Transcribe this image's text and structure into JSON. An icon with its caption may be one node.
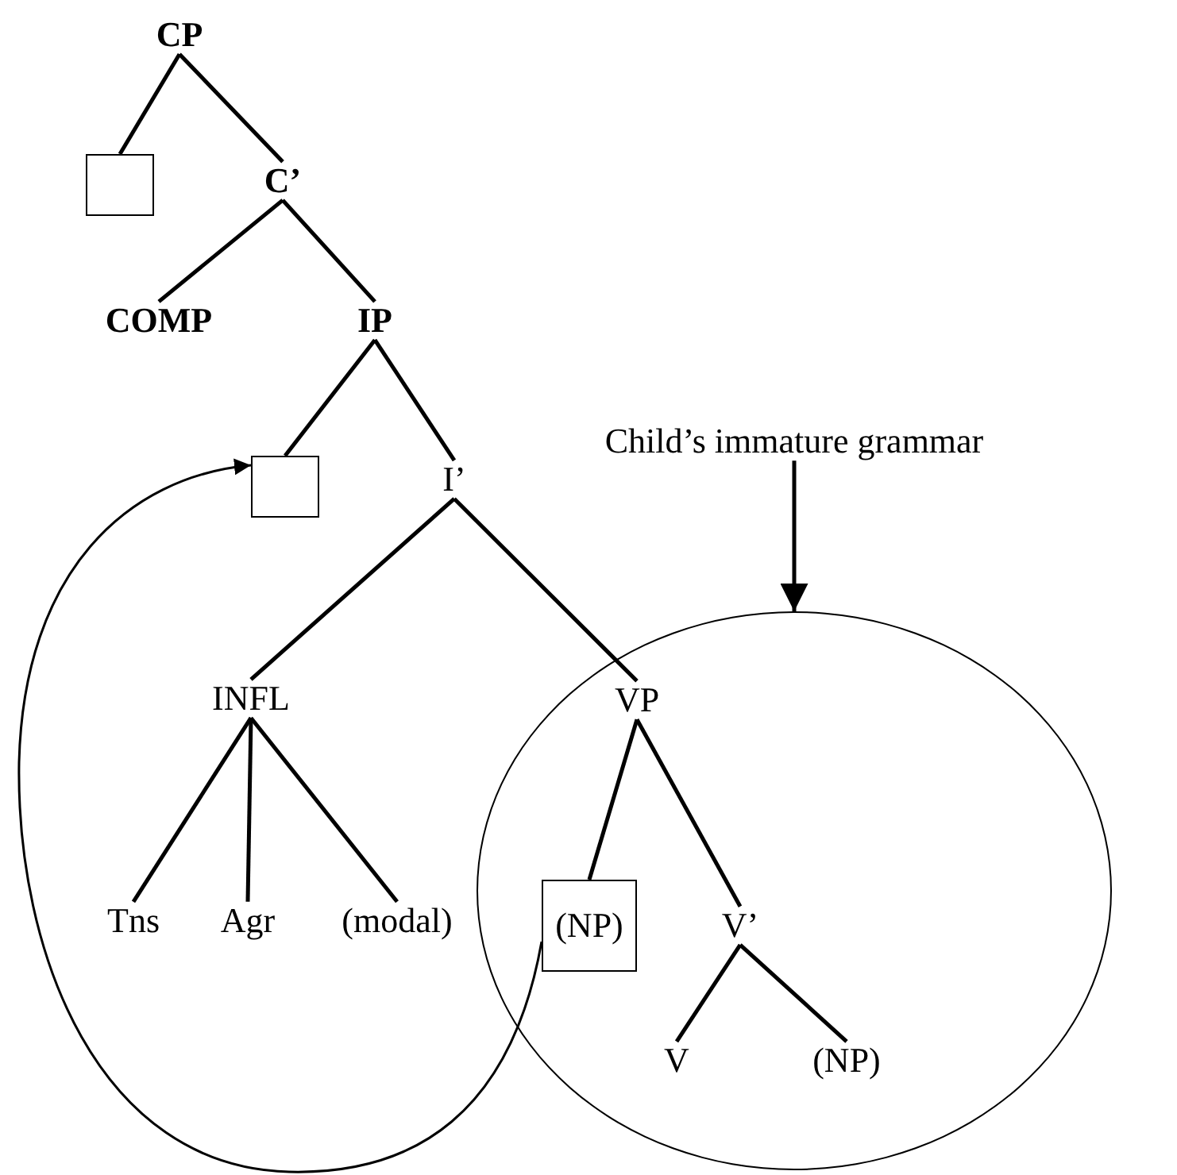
{
  "diagram": {
    "nodes": [
      {
        "text": [
          "CP"
        ]
      },
      {
        "text": [],
        "shape": "box"
      },
      {
        "text": [
          "C’"
        ]
      },
      {
        "text": [
          "COMP"
        ]
      },
      {
        "text": [
          "IP"
        ]
      },
      {
        "text": [],
        "shape": "box"
      },
      {
        "text": [
          "I’"
        ]
      },
      {
        "text": [
          "INFL"
        ]
      },
      {
        "text": [],
        "shape": "circle"
      },
      {
        "text": [
          "VP"
        ],
        "in": 8
      },
      {
        "text": [
          "Tns"
        ]
      },
      {
        "text": [
          "Agr"
        ]
      },
      {
        "text": [
          "(modal)"
        ]
      },
      {
        "text": [
          "(NP)"
        ],
        "in": 8
      },
      {
        "text": [
          "V’"
        ],
        "in": 8
      },
      {
        "text": [
          "V"
        ],
        "in": 8
      },
      {
        "text": [
          "(NP)"
        ],
        "in": 8
      },
      {
        "text": [
          "Child’s immature grammar"
        ]
      }
    ],
    "edges": [
      {
        "from": 0,
        "to": 1,
        "arrow": "none"
      },
      {
        "from": 0,
        "to": 2,
        "arrow": "none"
      },
      {
        "from": 2,
        "to": 3,
        "arrow": "none"
      },
      {
        "from": 2,
        "to": 4,
        "arrow": "none"
      },
      {
        "from": 4,
        "to": 5,
        "arrow": "none"
      },
      {
        "from": 4,
        "to": 6,
        "arrow": "none"
      },
      {
        "from": 6,
        "to": 7,
        "arrow": "none"
      },
      {
        "from": 6,
        "to": 9,
        "arrow": "none"
      },
      {
        "from": 7,
        "to": 10,
        "arrow": "none"
      },
      {
        "from": 7,
        "to": 11,
        "arrow": "none"
      },
      {
        "from": 7,
        "to": 12,
        "arrow": "none"
      },
      {
        "from": 9,
        "to": 13,
        "arrow": "none"
      },
      {
        "from": 9,
        "to": 14,
        "arrow": "none"
      },
      {
        "from": 14,
        "to": 15,
        "arrow": "none"
      },
      {
        "from": 14,
        "to": 16,
        "arrow": "none"
      },
      {
        "from": 13,
        "to": 5,
        "arrow": "to"
      },
      {
        "from": 17,
        "to": 8,
        "arrow": "to"
      }
    ]
  }
}
